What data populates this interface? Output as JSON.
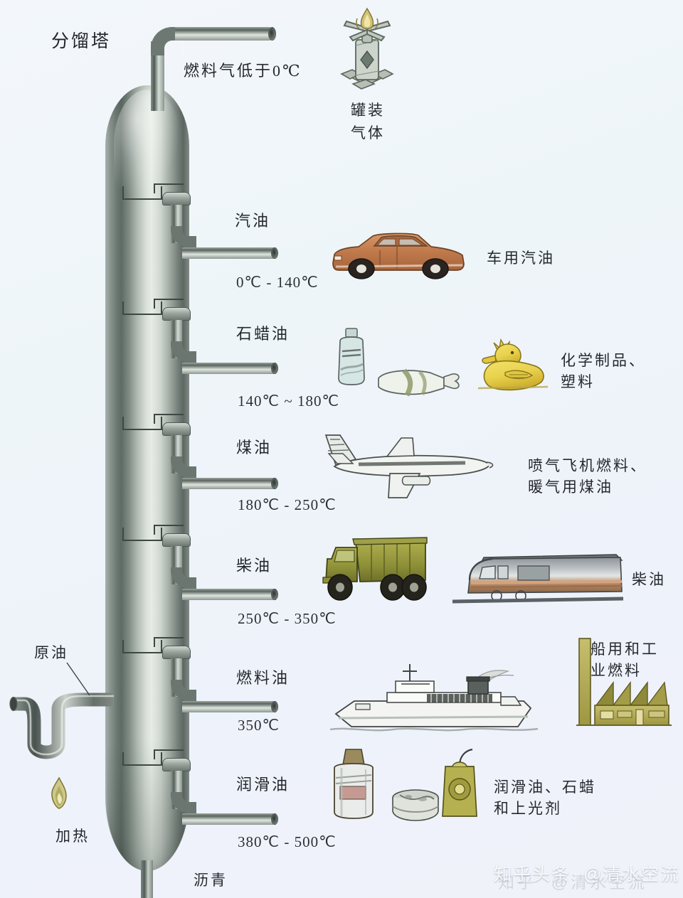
{
  "diagram": {
    "title": "分馏塔",
    "feed_label": "原油",
    "heat_label": "加热",
    "bottom_product": "沥青",
    "background_color": "#eef3fa",
    "column_color": "#7e8a83"
  },
  "top_outlet": {
    "label": "燃料气低于0℃",
    "product_label": "罐装\n气体",
    "icon": "gas-canister-burner-icon"
  },
  "fractions": [
    {
      "name": "汽油",
      "temperature": "0℃ - 140℃",
      "products_label": "车用汽油",
      "icons": [
        "car-icon"
      ]
    },
    {
      "name": "石蜡油",
      "temperature": "140℃ ~ 180℃",
      "products_label": "化学制品、\n塑料",
      "icons": [
        "shampoo-bottle-icon",
        "toothpaste-tube-icon",
        "rubber-duck-icon"
      ]
    },
    {
      "name": "煤油",
      "temperature": "180℃ - 250℃",
      "products_label": "喷气飞机燃料、\n暖气用煤油",
      "icons": [
        "airplane-icon"
      ]
    },
    {
      "name": "柴油",
      "temperature": "250℃ - 350℃",
      "products_label": "柴油",
      "icons": [
        "dump-truck-icon",
        "train-icon"
      ]
    },
    {
      "name": "燃料油",
      "temperature": "350℃",
      "products_label": "船用和工\n业燃料",
      "icons": [
        "ship-icon",
        "factory-icon"
      ]
    },
    {
      "name": "润滑油",
      "temperature": "380℃ - 500℃",
      "products_label": "润滑油、石蜡\n和上光剂",
      "icons": [
        "lubricant-bottle-icon",
        "wax-tin-icon",
        "polish-pouch-icon"
      ]
    }
  ],
  "watermark": {
    "text": "知乎头条  @清水空流",
    "ghost_text": "知乎  @清水空流"
  }
}
